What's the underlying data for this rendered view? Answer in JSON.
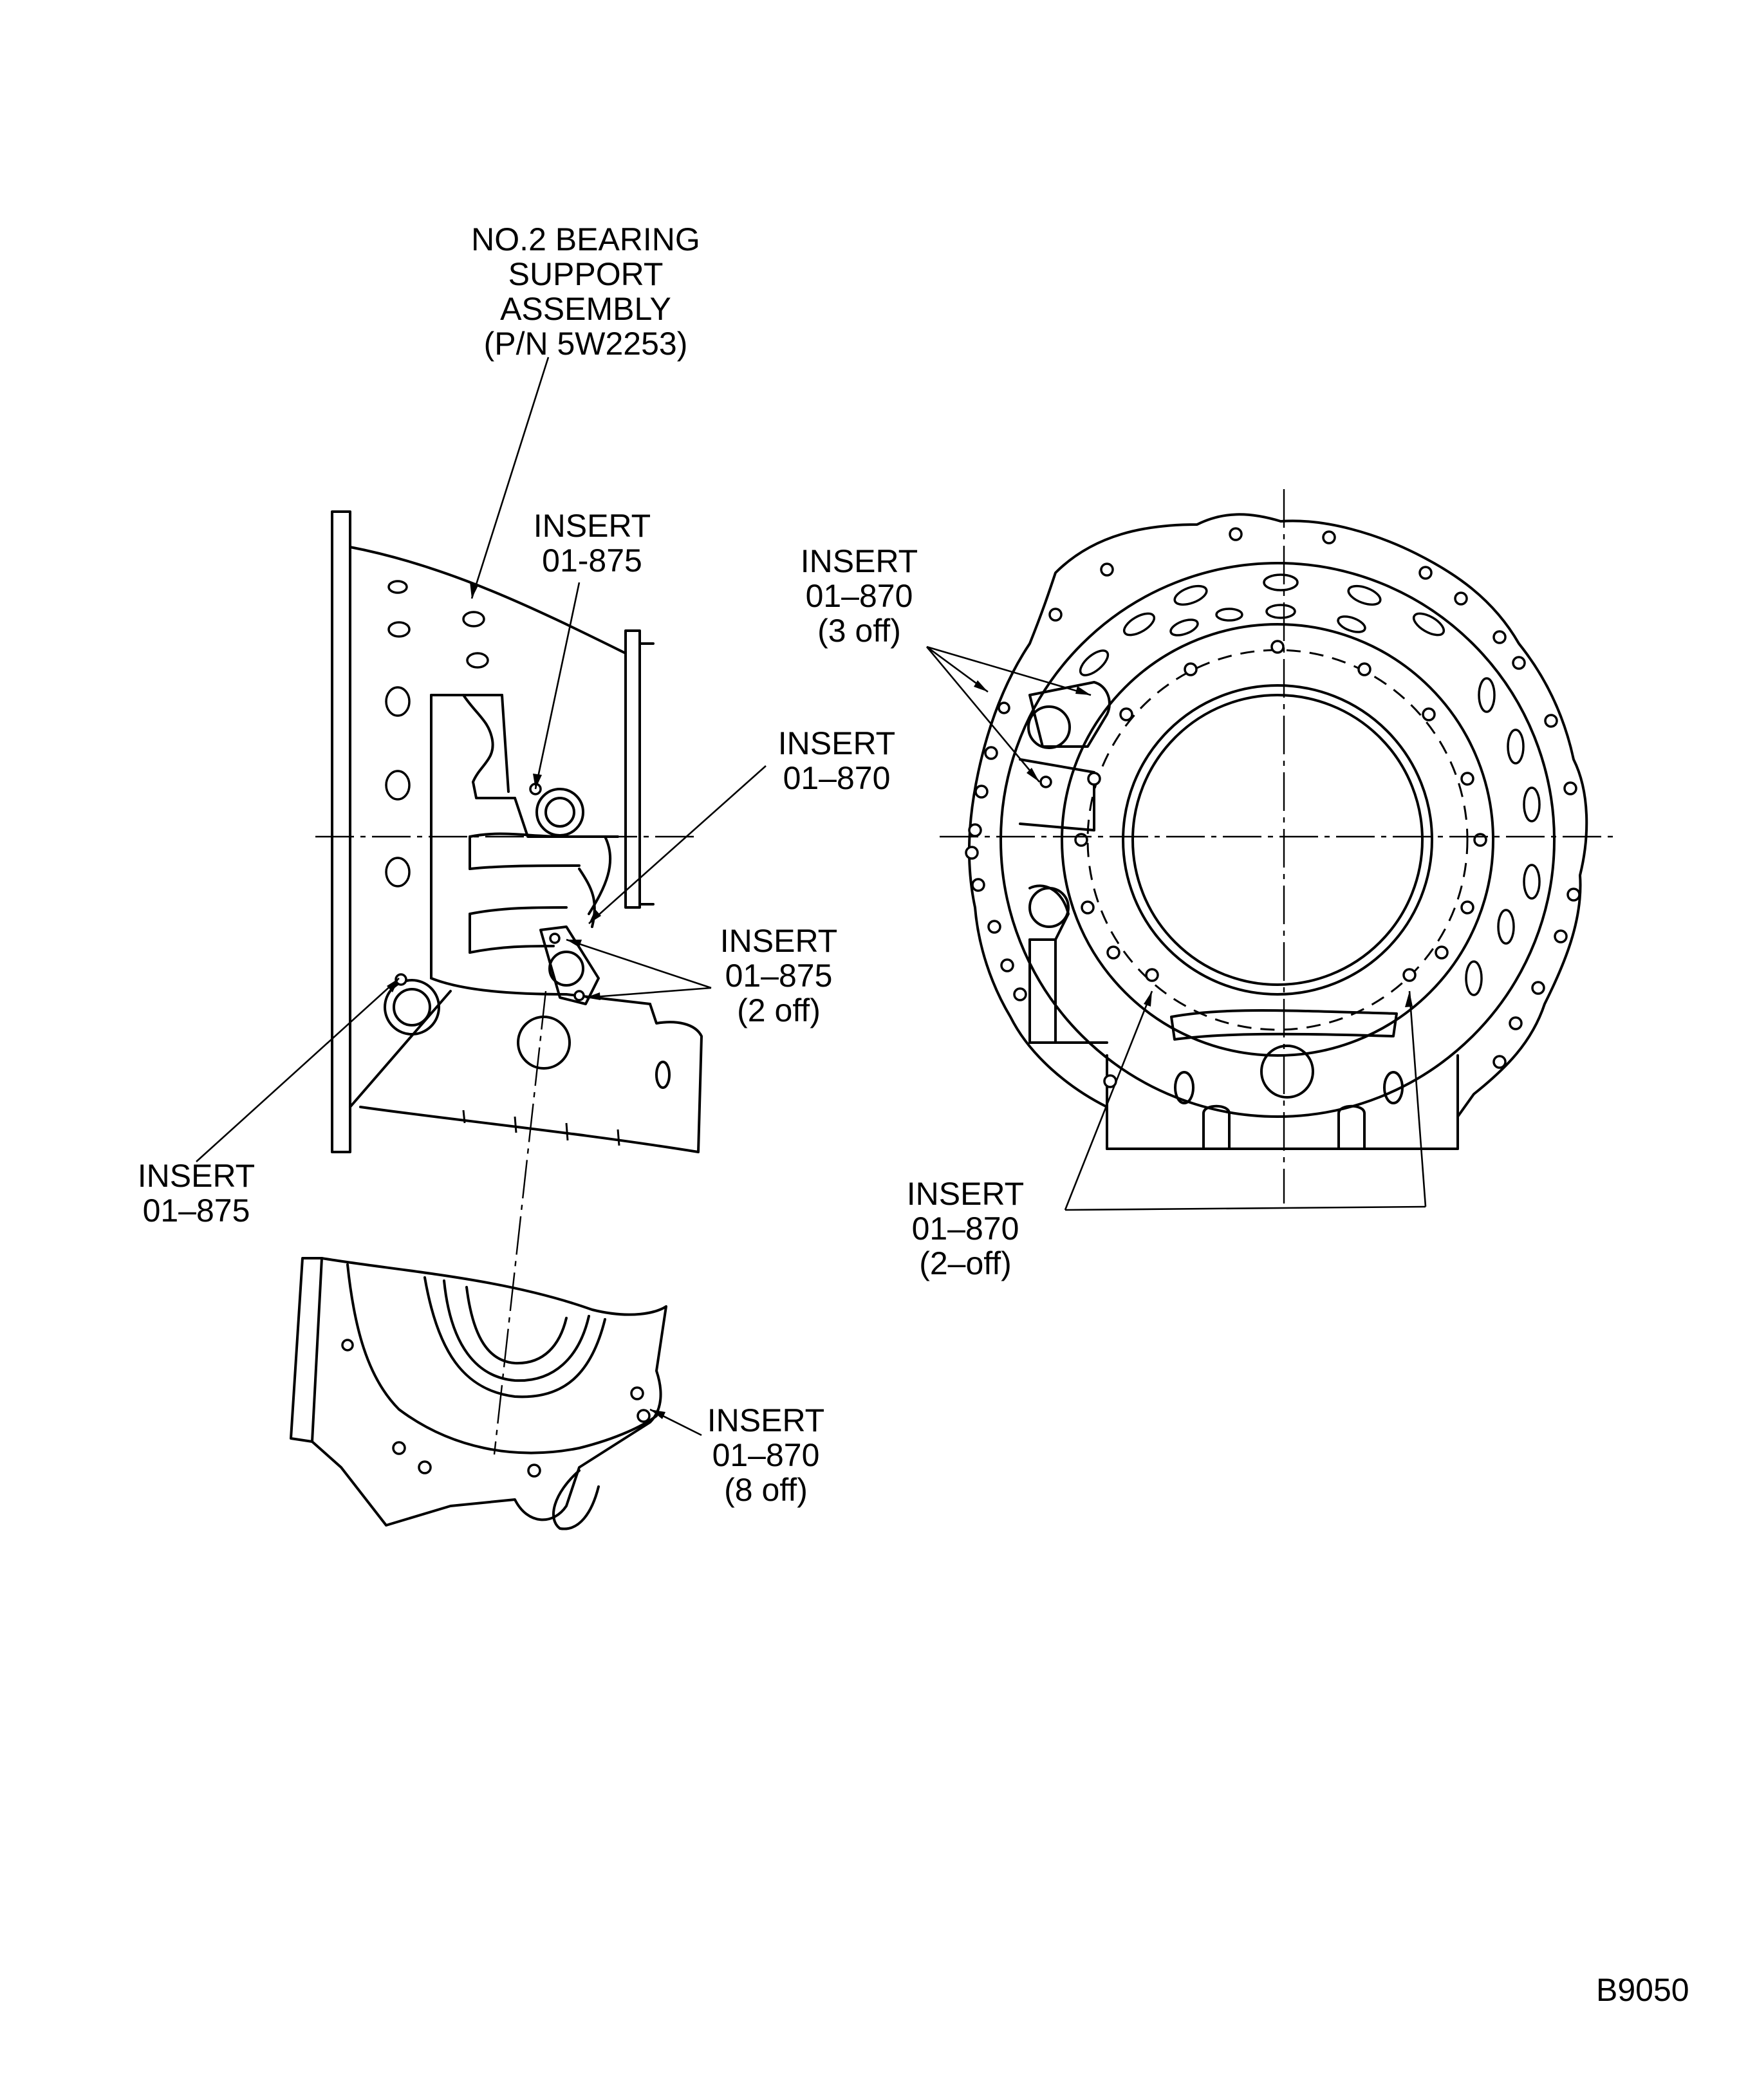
{
  "figure": {
    "reference": "B9050",
    "labels": {
      "bearing_support": [
        "NO.2 BEARING",
        "SUPPORT",
        "ASSEMBLY",
        "(P/N 5W2253)"
      ],
      "insert_upper_left": [
        "INSERT",
        "01-875"
      ],
      "insert_3off": [
        "INSERT",
        "01–870",
        "(3 off)"
      ],
      "insert_mid": [
        "INSERT",
        "01–870"
      ],
      "insert_875_2off": [
        "INSERT",
        "01–875",
        "(2 off)"
      ],
      "insert_lower_left": [
        "INSERT",
        "01–875"
      ],
      "insert_2off": [
        "INSERT",
        "01–870",
        "(2–off)"
      ],
      "insert_8off": [
        "INSERT",
        "01–870",
        "(8 off)"
      ]
    }
  }
}
